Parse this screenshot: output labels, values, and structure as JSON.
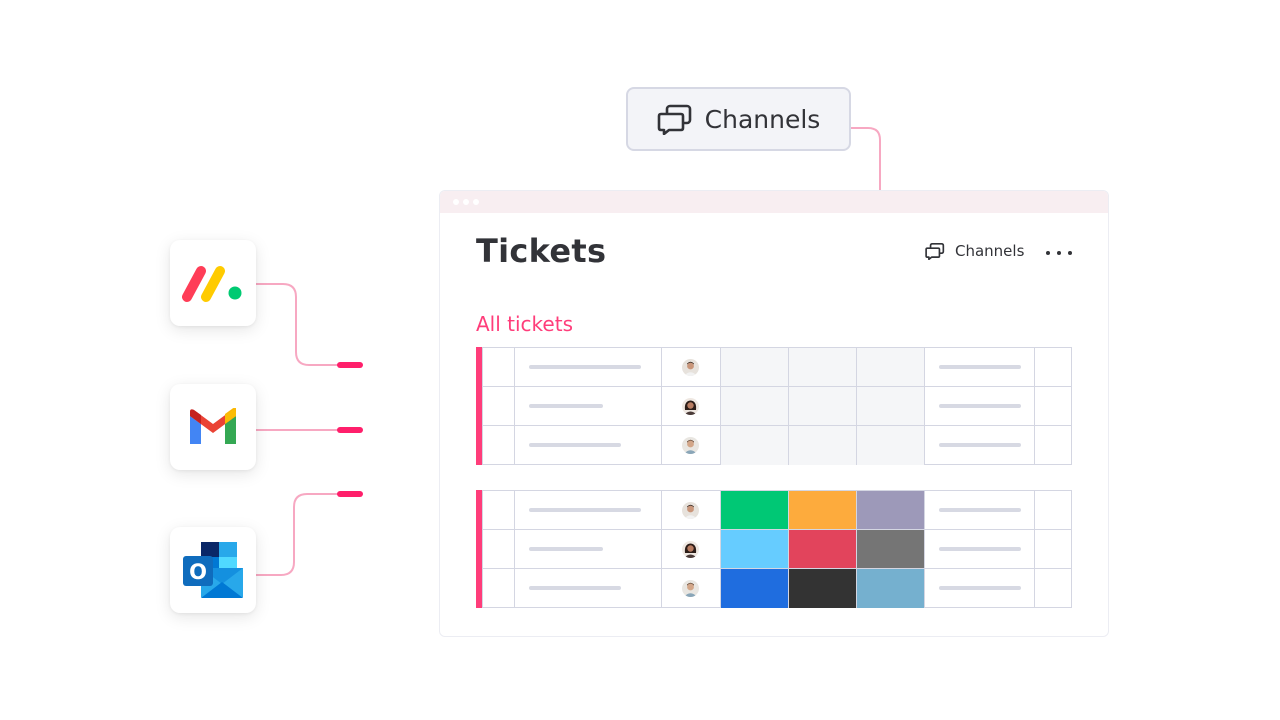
{
  "floating_channels": {
    "label": "Channels",
    "icon": "chat-bubbles-icon"
  },
  "apps": [
    {
      "name": "monday-logo",
      "icon": "monday-icon"
    },
    {
      "name": "gmail-logo",
      "icon": "gmail-icon"
    },
    {
      "name": "outlook-logo",
      "icon": "outlook-icon",
      "letter": "O"
    }
  ],
  "board": {
    "title": "Tickets",
    "channels_label": "Channels",
    "more_icon": "more-horizontal-icon",
    "group_title": "All tickets"
  },
  "colors": {
    "accent_pink": "#ff3d7a",
    "status_group2": [
      [
        "#00c875",
        "#fdab3d",
        "#9d99b9"
      ],
      [
        "#66ccff",
        "#e2445c",
        "#757575"
      ],
      [
        "#1f6ddf",
        "#333333",
        "#75b0cf"
      ]
    ]
  }
}
